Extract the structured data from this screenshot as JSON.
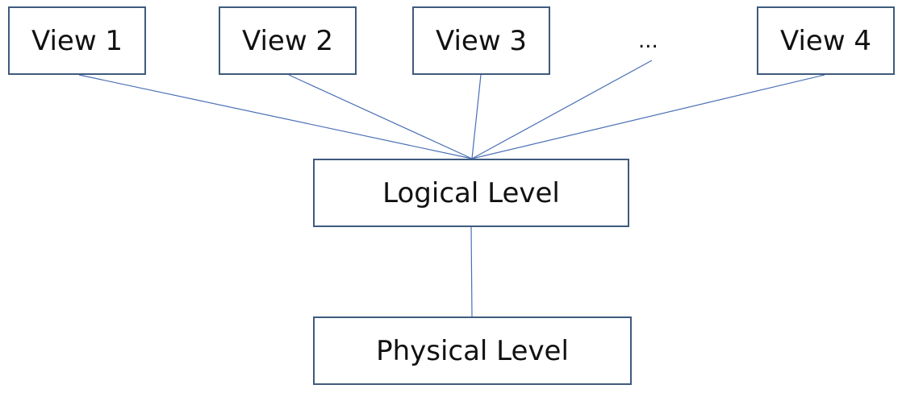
{
  "views": [
    {
      "label": "View 1"
    },
    {
      "label": "View 2"
    },
    {
      "label": "View 3"
    },
    {
      "label": "View 4"
    }
  ],
  "ellipsis": "...",
  "logical_level": "Logical Level",
  "physical_level": "Physical Level",
  "colors": {
    "line": "#4a6fb5",
    "border": "#3f5a7e"
  }
}
